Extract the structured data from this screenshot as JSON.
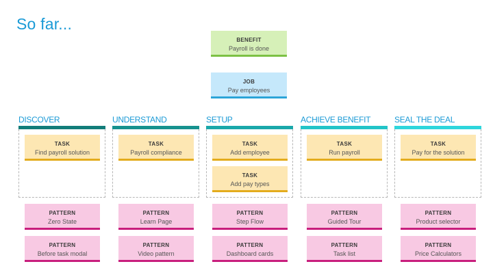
{
  "title": "So far...",
  "benefit": {
    "label": "BENEFIT",
    "text": "Payroll is done"
  },
  "job": {
    "label": "JOB",
    "text": "Pay employees"
  },
  "phases": [
    {
      "name": "DISCOVER",
      "color": "#127d7a",
      "tasks": [
        {
          "label": "TASK",
          "text": "Find payroll solution"
        }
      ],
      "patterns": [
        {
          "label": "PATTERN",
          "text": "Zero State"
        },
        {
          "label": "PATTERN",
          "text": "Before task modal"
        }
      ]
    },
    {
      "name": "UNDERSTAND",
      "color": "#16928f",
      "tasks": [
        {
          "label": "TASK",
          "text": "Payroll compliance"
        }
      ],
      "patterns": [
        {
          "label": "PATTERN",
          "text": "Learn Page"
        },
        {
          "label": "PATTERN",
          "text": "Video pattern"
        }
      ]
    },
    {
      "name": "SETUP",
      "color": "#1aa8aa",
      "tasks": [
        {
          "label": "TASK",
          "text": "Add employee"
        },
        {
          "label": "TASK",
          "text": "Add pay types"
        }
      ],
      "patterns": [
        {
          "label": "PATTERN",
          "text": "Step Flow"
        },
        {
          "label": "PATTERN",
          "text": "Dashboard cards"
        }
      ]
    },
    {
      "name": "ACHIEVE BENEFIT",
      "color": "#22c4c8",
      "tasks": [
        {
          "label": "TASK",
          "text": "Run payroll"
        }
      ],
      "patterns": [
        {
          "label": "PATTERN",
          "text": "Guided Tour"
        },
        {
          "label": "PATTERN",
          "text": "Task list"
        }
      ]
    },
    {
      "name": "SEAL THE DEAL",
      "color": "#2ed6dc",
      "tasks": [
        {
          "label": "TASK",
          "text": "Pay for the solution"
        }
      ],
      "patterns": [
        {
          "label": "PATTERN",
          "text": "Product selector"
        },
        {
          "label": "PATTERN",
          "text": "Price Calculators"
        }
      ]
    }
  ]
}
